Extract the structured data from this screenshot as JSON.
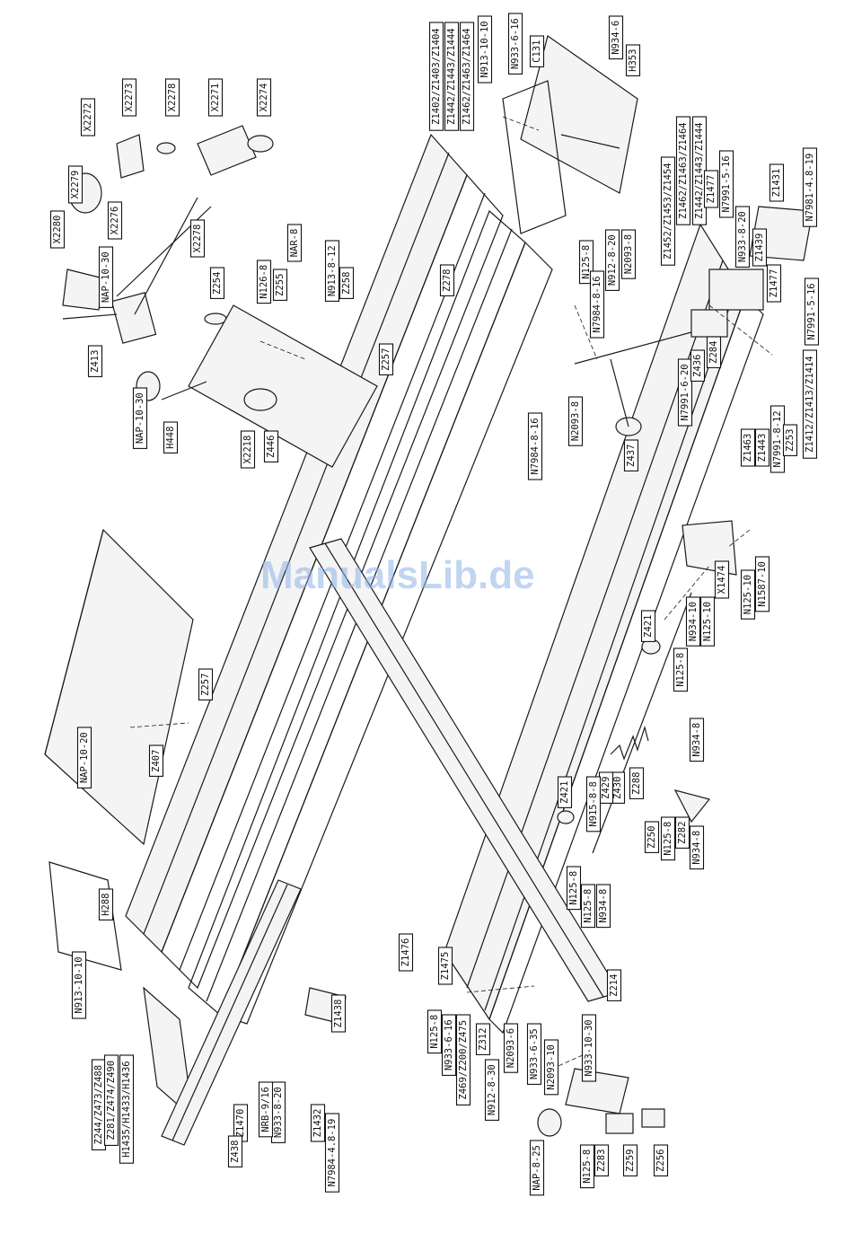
{
  "watermark": "ManualsLib.de",
  "labels": [
    "X2272",
    "X2273",
    "X2278",
    "X2271",
    "X2274",
    "X2279",
    "X2280",
    "X2276",
    "NAP-10-30",
    "X2278",
    "Z254",
    "N126-8",
    "Z255",
    "NAR-8",
    "N913-8-12",
    "Z258",
    "Z413",
    "NAP-10-30",
    "H448",
    "X2218",
    "Z446",
    "Z257",
    "Z1402/Z1403/Z1404",
    "Z1442/Z1443/Z1444",
    "Z1462/Z1463/Z1464",
    "N913-10-10",
    "N933-6-16",
    "C131",
    "N934-6",
    "H353",
    "Z278",
    "N125-8",
    "N7984-8-16",
    "N912-8-20",
    "N2093-8",
    "N7984-8-16",
    "N2093-8",
    "Z437",
    "Z1452/Z1453/Z1454",
    "Z1462/Z1463/Z1464",
    "Z1442/Z1443/Z1444",
    "Z1477",
    "N7991-5-16",
    "N933-8-20",
    "Z1439",
    "Z1431",
    "N7981-4.8-19",
    "Z1477",
    "N7991-5-16",
    "N7991-6-20",
    "Z436",
    "Z284",
    "Z1463",
    "Z1443",
    "N7991-8-12",
    "Z253",
    "Z1412/Z1413/Z1414",
    "N125-10",
    "N1587-10",
    "X1474",
    "N934-10",
    "N125-10",
    "Z421",
    "N125-8",
    "N934-8",
    "Z288",
    "Z430",
    "Z429",
    "N915-8-8",
    "Z250",
    "N125-8",
    "Z282",
    "N934-8",
    "Z421",
    "N125-8",
    "N125-8",
    "N934-8",
    "Z257",
    "Z407",
    "NAP-10-20",
    "N913-10-10",
    "H288",
    "Z1476",
    "Z1475",
    "Z214",
    "Z1438",
    "Z469/Z200/Z475",
    "Z312",
    "N912-8-30",
    "N2093-6",
    "N933-6-35",
    "N125-8",
    "N933-6-16",
    "N2093-10",
    "N933-10-30",
    "Z244/Z473/Z488",
    "Z281/Z474/Z490",
    "H1435/H1433/H1436",
    "N933-8-20",
    "NRB-9/16",
    "Z1470",
    "Z438",
    "Z1432",
    "N7984-4.8-19",
    "NAP-8-25",
    "N125-8",
    "Z283",
    "Z259",
    "Z256"
  ]
}
